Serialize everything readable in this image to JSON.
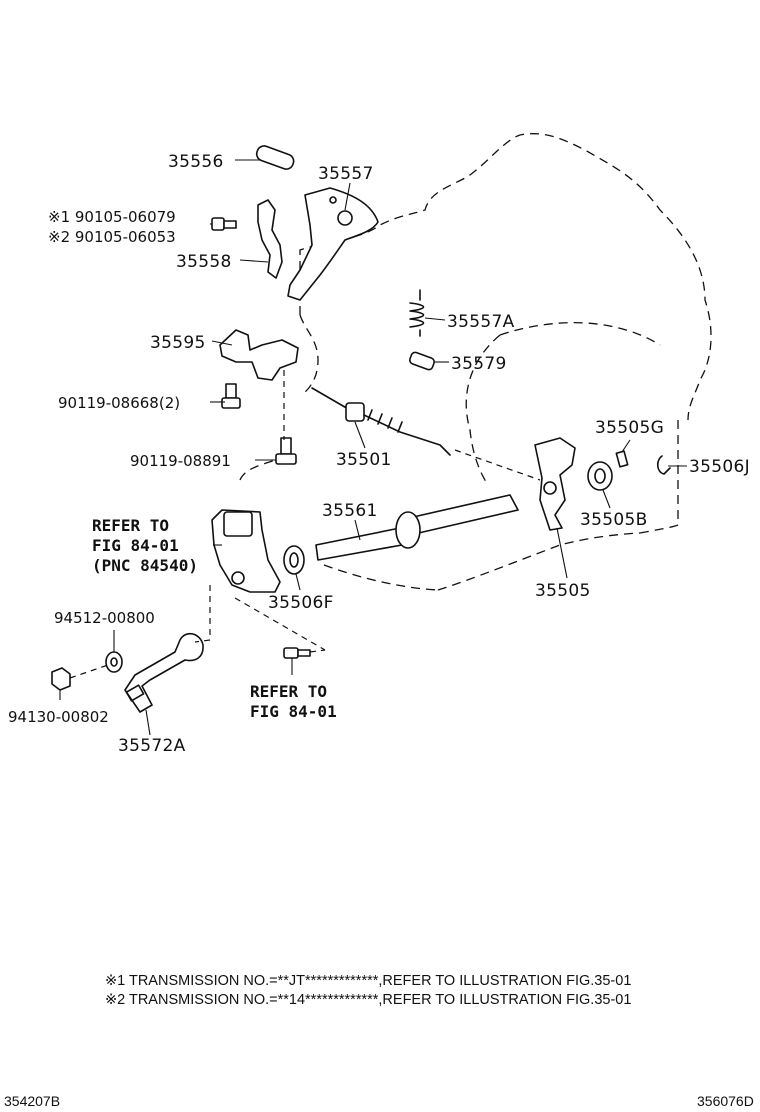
{
  "parts": {
    "p35556": "35556",
    "p35557": "35557",
    "p35558": "35558",
    "p35595": "35595",
    "p90119_08668": "90119-08668(2)",
    "p90119_08891": "90119-08891",
    "p35557A": "35557A",
    "p35579": "35579",
    "p35501": "35501",
    "p35505G": "35505G",
    "p35506J": "35506J",
    "p35505B": "35505B",
    "p35505": "35505",
    "p35561": "35561",
    "p35506F": "35506F",
    "p94512_00800": "94512-00800",
    "p94130_00802": "94130-00802",
    "p35572A": "35572A"
  },
  "alt_bolts": {
    "bolt1": "※1 90105-06079",
    "bolt2": "※2 90105-06053"
  },
  "refer_switch": {
    "line1": "REFER TO",
    "line2": "FIG 84-01",
    "line3": "(PNC 84540)"
  },
  "refer_bolt": {
    "line1": "REFER TO",
    "line2": "FIG 84-01"
  },
  "notes": {
    "note1": "※1 TRANSMISSION NO.=**JT*************,REFER TO ILLUSTRATION FIG.35-01",
    "note2": "※2 TRANSMISSION NO.=**14*************,REFER TO ILLUSTRATION FIG.35-01"
  },
  "footer": {
    "left_code": "354207B",
    "right_code": "356076D"
  }
}
